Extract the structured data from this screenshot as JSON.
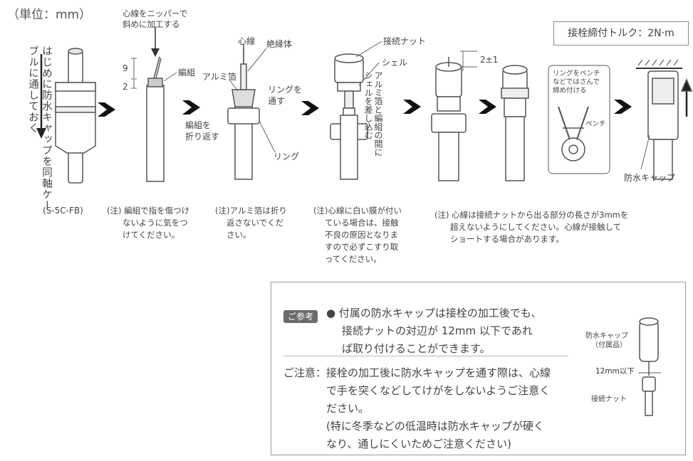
{
  "unit_label": "（単位：mm）",
  "torque_label": "接栓締付トルク：2N·m",
  "step1": {
    "instruction": "はじめに防水キャップを同軸ケーブルに通しておく",
    "caption": "(S-5C-FB)"
  },
  "step2": {
    "label_cut": [
      "心線をニッパーで",
      "斜めに加工する"
    ],
    "label_braid": "編組",
    "dim_9": "9",
    "dim_2": "2",
    "note": [
      "(注) 編組で指を傷つけ",
      "ないように気をつ",
      "けてください。"
    ]
  },
  "step3": {
    "label_core": "心線",
    "label_insulator": "絶縁体",
    "label_foil": "アルミ箔",
    "label_ring_through": [
      "リングを",
      "通す"
    ],
    "label_fold_braid": [
      "編組を",
      "折り返す"
    ],
    "label_ring": "リング",
    "note": [
      "(注)アルミ箔は折り",
      "返さないでくだ",
      "さい。"
    ]
  },
  "step4": {
    "label_nut": "接続ナット",
    "label_shell": "シェル",
    "insert_instruction": "アルミ箔と編組の間にシェルを差し込む",
    "note": [
      "(注)心線に白い膜が付い",
      "ている場合は、接触",
      "不良の原因となりま",
      "すので必ずこすり取",
      "ってください。"
    ]
  },
  "step5": {
    "dim": "2±1"
  },
  "step6": {
    "pliers_instruction": [
      "リングをペンチ",
      "などではさんで",
      "締め付ける"
    ],
    "label_pliers": "ペンチ"
  },
  "step7": {
    "label_cap": "防水キャップ"
  },
  "note_steps56": [
    "(注) 心線は接続ナットから出る部分の長さが3mmを",
    "超えないようにしてください。心線が接触して",
    "ショートする場合があります。"
  ],
  "reference": {
    "badge": "ご参考",
    "bullet": "●",
    "text": [
      "付属の防水キャップは接栓の加工後でも、",
      "接続ナットの対辺が 12mm 以下であれ",
      "ば取り付けることができます。"
    ],
    "caution_label": "ご注意：",
    "caution_text": [
      "接栓の加工後に防水キャップを通す際は、心線",
      "で手を突くなどしてけがをしないようご注意く",
      "ださい。",
      "(特に冬季などの低温時は防水キャップが硬く",
      "なり、通しにくいためご注意ください)"
    ],
    "fig_cap_label": "防水キャップ",
    "fig_cap_sub": "（付属品）",
    "fig_dim": "12mm以下",
    "fig_nut_label": "接続ナット"
  }
}
